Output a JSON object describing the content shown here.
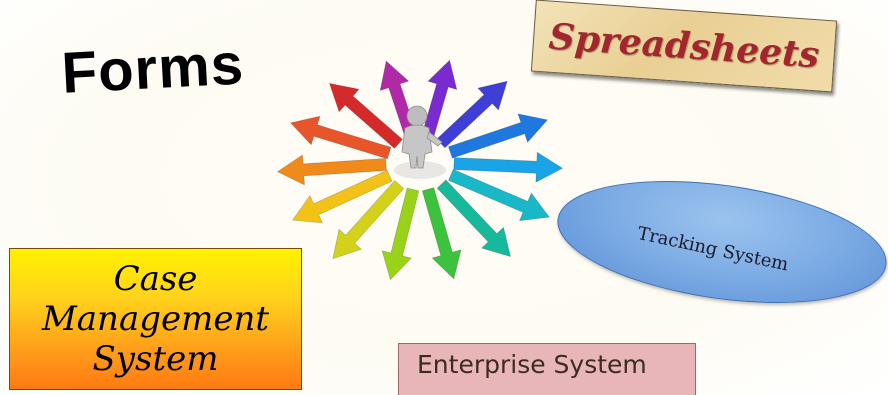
{
  "labels": {
    "forms": "Forms",
    "spreadsheets": "Spreadsheets",
    "tracking_system": "Tracking System",
    "case_management_lines": [
      "Case",
      "Management",
      "System"
    ],
    "enterprise_system": "Enterprise System"
  },
  "arrows": [
    {
      "name": "arrow-violet",
      "color": "#7a2bd0"
    },
    {
      "name": "arrow-blue-violet",
      "color": "#3f3ed6"
    },
    {
      "name": "arrow-blue",
      "color": "#1f78e0"
    },
    {
      "name": "arrow-sky",
      "color": "#1aa3e6"
    },
    {
      "name": "arrow-cyan",
      "color": "#19b8c8"
    },
    {
      "name": "arrow-teal",
      "color": "#18b99a"
    },
    {
      "name": "arrow-green",
      "color": "#3cc23c"
    },
    {
      "name": "arrow-lime",
      "color": "#9ad21a"
    },
    {
      "name": "arrow-yellow-green",
      "color": "#d2d21a"
    },
    {
      "name": "arrow-yellow",
      "color": "#f2c219"
    },
    {
      "name": "arrow-orange",
      "color": "#f08a1a"
    },
    {
      "name": "arrow-red-orange",
      "color": "#e8552a"
    },
    {
      "name": "arrow-red",
      "color": "#d42a2a"
    },
    {
      "name": "arrow-magenta",
      "color": "#b02aa8"
    }
  ]
}
